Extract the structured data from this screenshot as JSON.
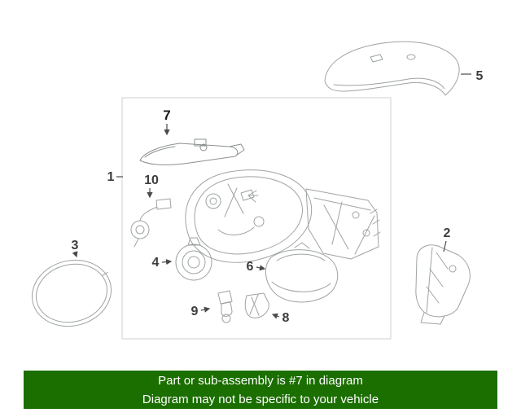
{
  "diagram": {
    "frame_color": "#cfcfcf",
    "art_line_color": "#9fa3a3",
    "leader_color": "#4a4a4a",
    "label_color": "#3d3d3d",
    "parts": {
      "p1": "1",
      "p2": "2",
      "p3": "3",
      "p4": "4",
      "p5": "5",
      "p6": "6",
      "p7": "7",
      "p8": "8",
      "p9": "9",
      "p10": "10"
    }
  },
  "banner": {
    "line1": "Part or sub-assembly is #7 in diagram",
    "line2": "Diagram may not be specific to your vehicle",
    "bg_color": "#1b6e00",
    "text_color": "#ffffff"
  }
}
